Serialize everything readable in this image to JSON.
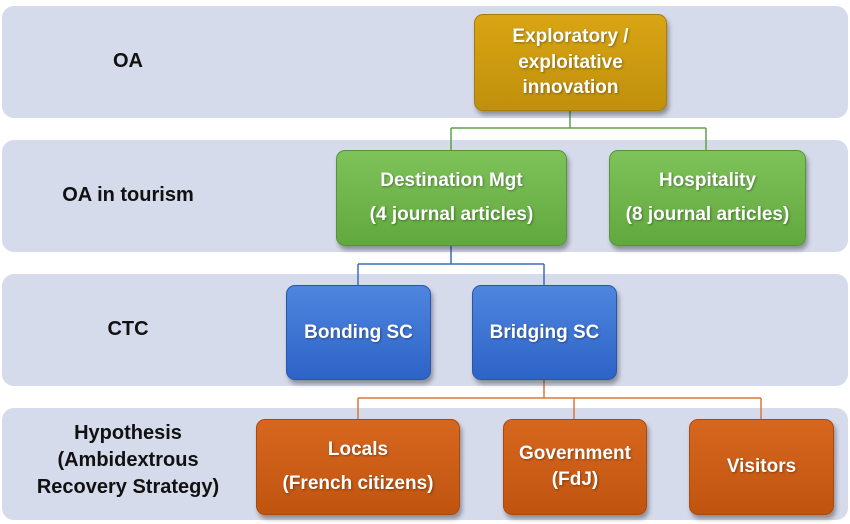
{
  "rows": {
    "oa": "OA",
    "oa_tourism": "OA in tourism",
    "ctc": "CTC",
    "hypothesis_line1": "Hypothesis",
    "hypothesis_line2": "(Ambidextrous",
    "hypothesis_line3": "Recovery Strategy)"
  },
  "boxes": {
    "innovation": {
      "line1": "Exploratory /",
      "line2": "exploitative",
      "line3": "innovation"
    },
    "destination": {
      "line1": "Destination Mgt",
      "line2": "(4 journal articles)"
    },
    "hospitality": {
      "line1": "Hospitality",
      "line2": "(8 journal articles)"
    },
    "bonding": {
      "line1": "Bonding SC"
    },
    "bridging": {
      "line1": "Bridging SC"
    },
    "locals": {
      "line1": "Locals",
      "line2": "(French citizens)"
    },
    "government": {
      "line1": "Government",
      "line2": "(FdJ)"
    },
    "visitors": {
      "line1": "Visitors"
    }
  },
  "colors": {
    "band": "#d6dbeb",
    "gold": "#c99a10",
    "green": "#70b64c",
    "blue": "#3a70d2",
    "orange": "#cc5e18"
  }
}
